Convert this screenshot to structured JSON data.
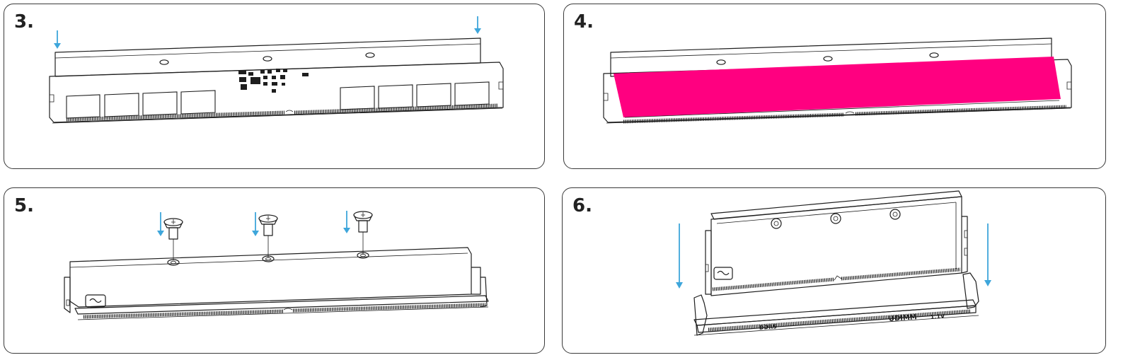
{
  "steps": [
    {
      "number": "3."
    },
    {
      "number": "4."
    },
    {
      "number": "5."
    },
    {
      "number": "6."
    }
  ],
  "colors": {
    "arrow": "#3ea6db",
    "thermal_pad": "#ff0080",
    "line": "#1e1e1e"
  },
  "slot_labels": {
    "ddr": "DDR5",
    "type": "UDIMM",
    "voltage": "1.1V"
  },
  "icons": {
    "brand": "brand-logo-icon",
    "arrow": "down-arrow-icon",
    "screw": "screw-icon"
  }
}
